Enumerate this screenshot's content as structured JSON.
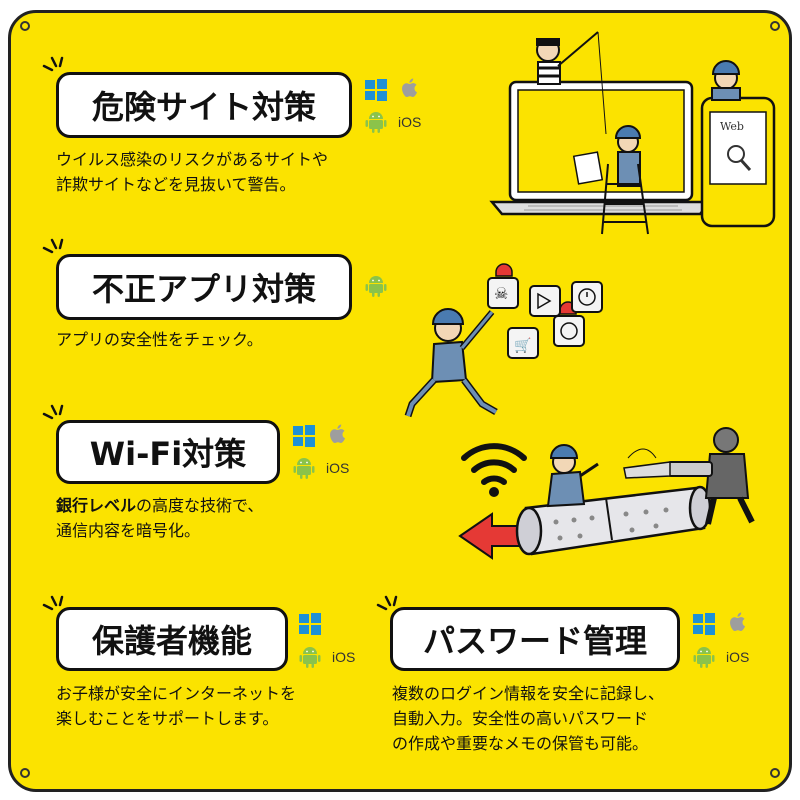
{
  "features": [
    {
      "id": "danger-sites",
      "title": "危険サイト対策",
      "desc_lines": [
        "ウイルス感染のリスクがあるサイトや",
        "詐欺サイトなどを見抜いて警告。"
      ],
      "platforms": [
        "windows-icon",
        "apple-icon",
        "android-icon"
      ],
      "ios_label": "iOS"
    },
    {
      "id": "bad-apps",
      "title": "不正アプリ対策",
      "desc_lines": [
        "アプリの安全性をチェック。"
      ],
      "platforms": [
        "android-icon"
      ]
    },
    {
      "id": "wifi",
      "title": "Wi-Fi対策",
      "desc_bold": "銀行レベル",
      "desc_rest": "の高度な技術で、",
      "desc_line2": "通信内容を暗号化。",
      "platforms": [
        "windows-icon",
        "apple-icon",
        "android-icon"
      ],
      "ios_label": "iOS"
    },
    {
      "id": "parental",
      "title": "保護者機能",
      "desc_lines": [
        "お子様が安全にインターネットを",
        "楽しむことをサポートします。"
      ],
      "platforms": [
        "windows-icon",
        "android-icon"
      ],
      "ios_label": "iOS"
    },
    {
      "id": "password",
      "title": "パスワード管理",
      "desc_lines": [
        "複数のログイン情報を安全に記録し、",
        "自動入力。安全性の高いパスワード",
        "の作成や重要なメモの保管も可能。"
      ],
      "platforms": [
        "windows-icon",
        "apple-icon",
        "android-icon"
      ],
      "ios_label": "iOS"
    }
  ],
  "illustration": {
    "web_label": "Web"
  },
  "colors": {
    "background": "#fbe300",
    "windows": "#1e90d6",
    "android": "#8bc34a",
    "apple": "#9e9e9e",
    "arrow": "#e53935"
  }
}
